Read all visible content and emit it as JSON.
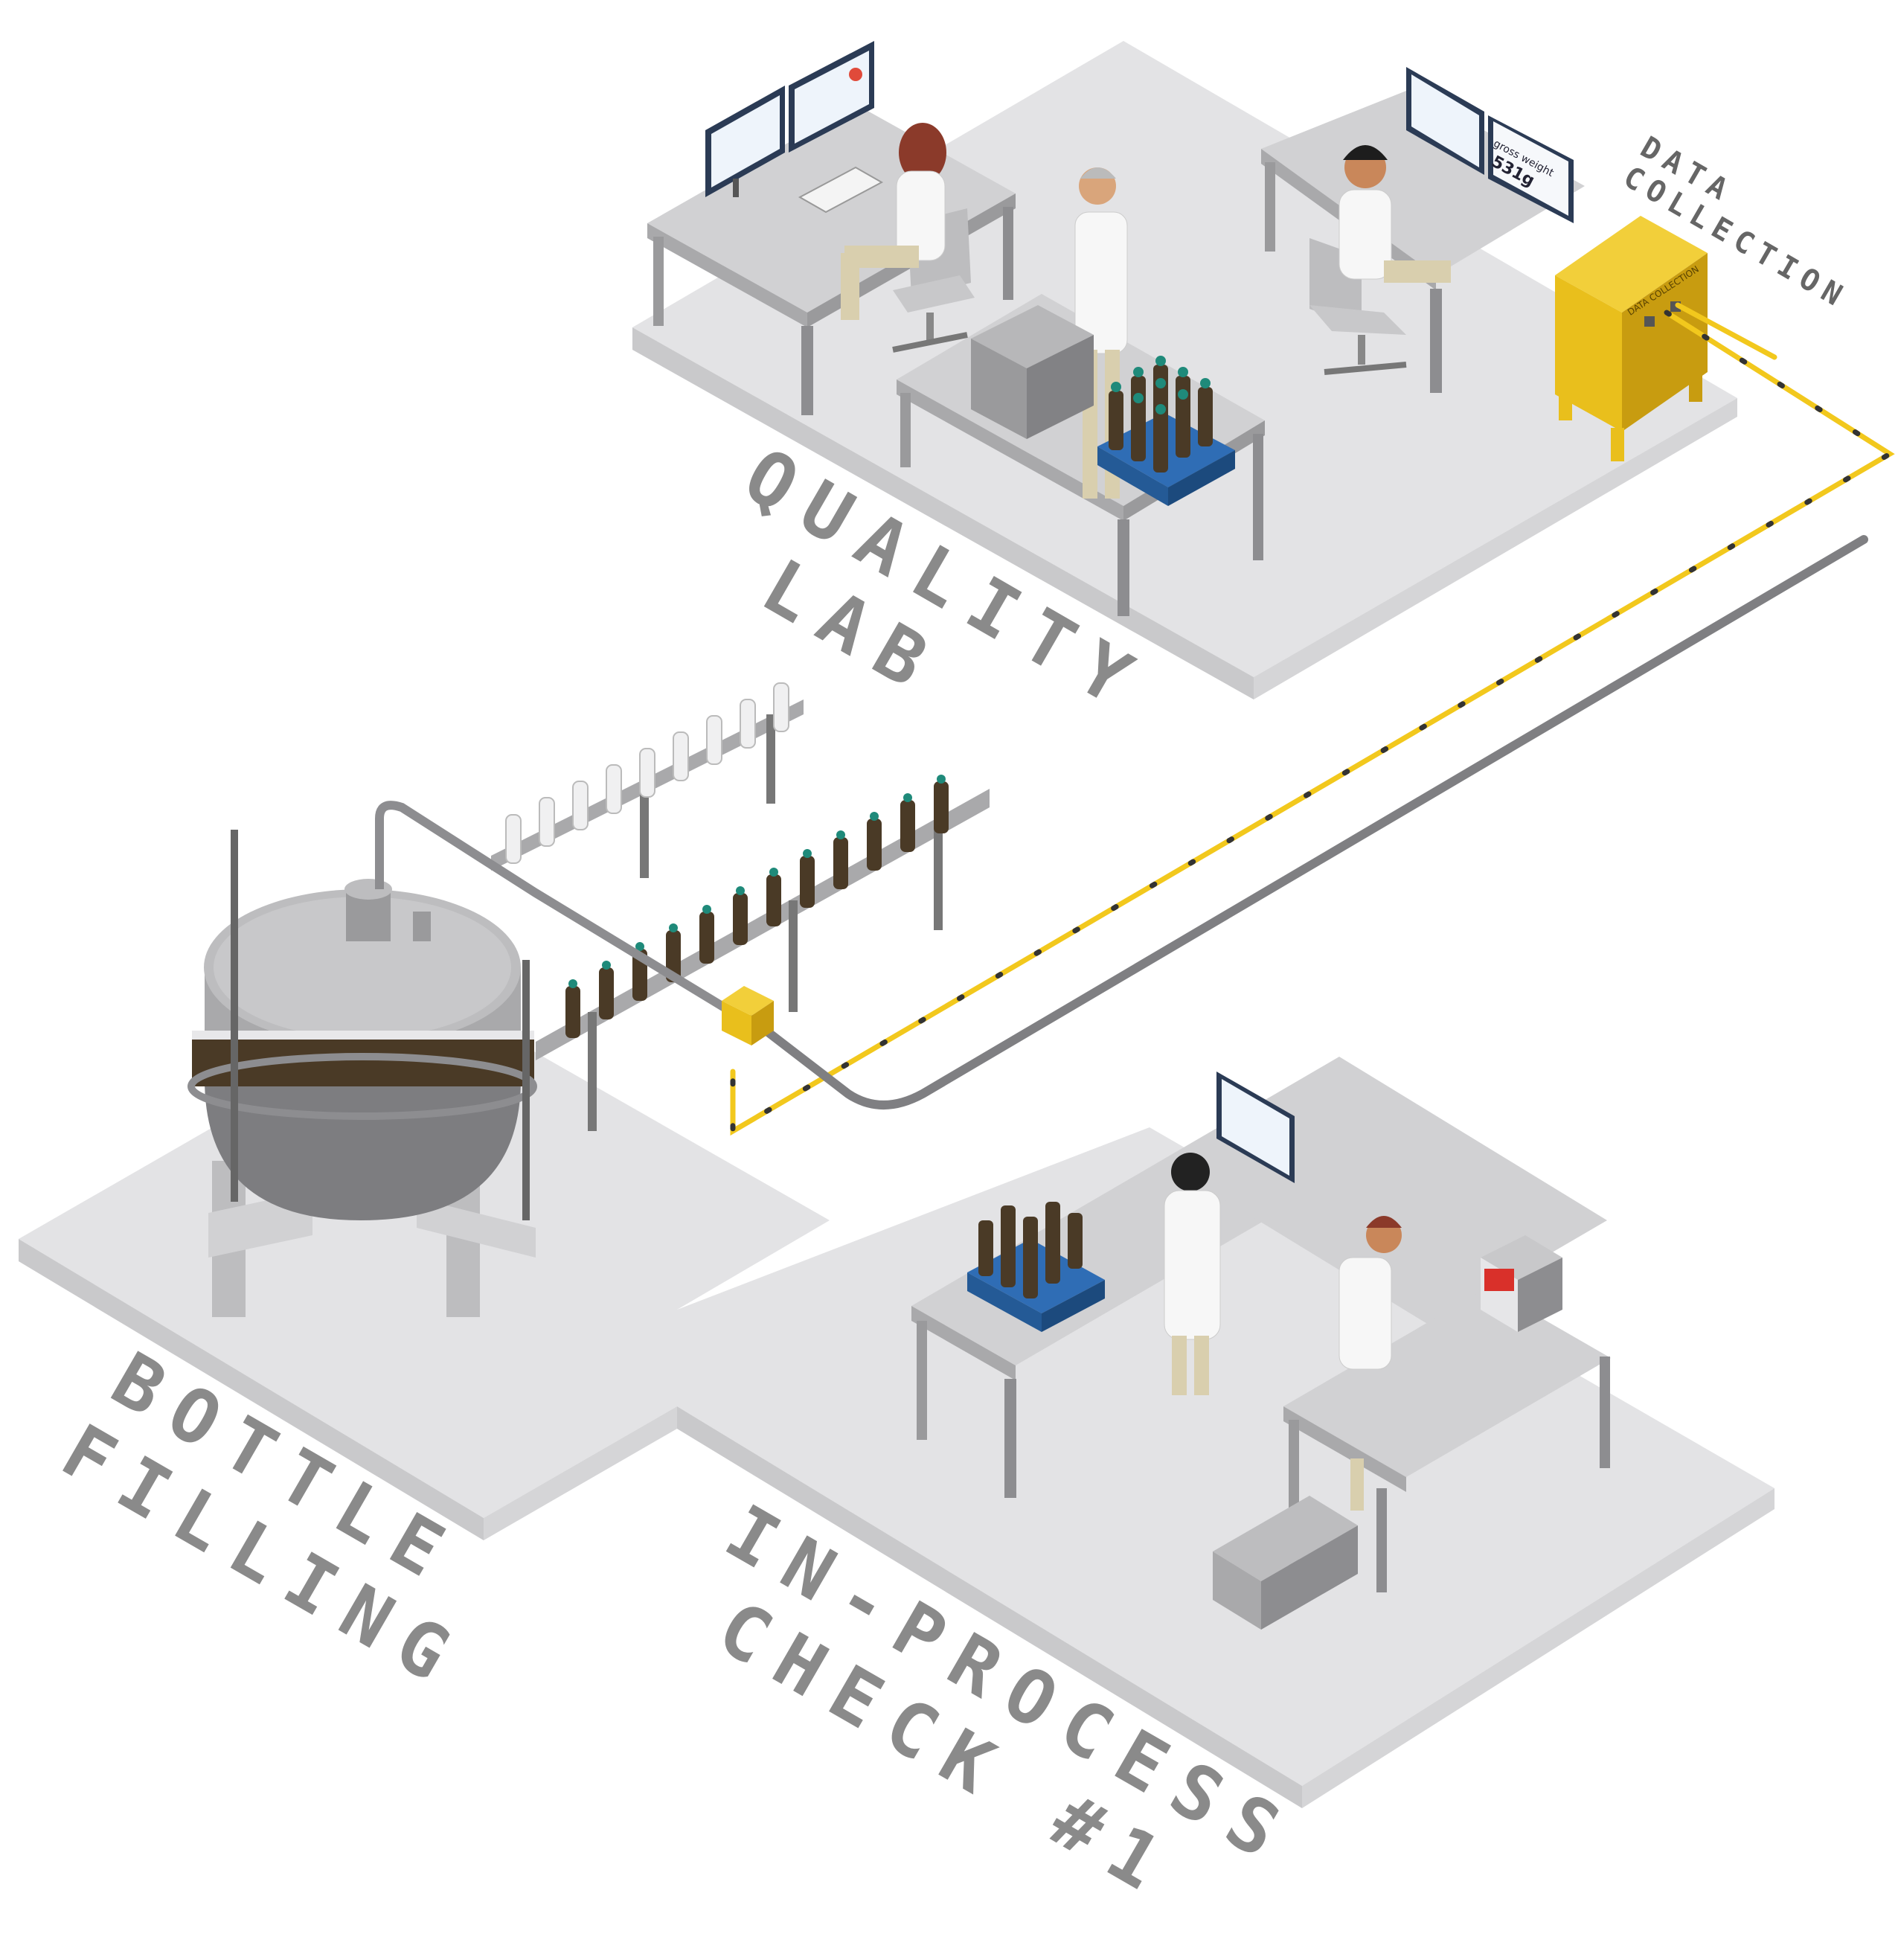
{
  "zones": {
    "quality_lab": {
      "line1": "QUALITY",
      "line2": "LAB"
    },
    "bottle_filling": {
      "line1": "BOTTLE",
      "line2": "FILLING"
    },
    "in_process": {
      "line1": "IN-PROCESS",
      "line2": "CHECK #1"
    },
    "data_collection": {
      "line1": "DATA",
      "line2": "COLLECTION"
    }
  },
  "data_collection_cabinet": {
    "label": "DATA COLLECTION"
  },
  "weight_display": {
    "caption": "gross weight",
    "value": "531g"
  },
  "colors": {
    "floor": "#e3e3e5",
    "floor_edge": "#c9c9cb",
    "metal": "#a9a9ab",
    "metal_dark": "#7d7d80",
    "cola": "#4a3a26",
    "cap": "#1f8a7a",
    "crate": "#2f6db5",
    "cable_yellow": "#f2c81d",
    "cabinet": "#e9bf1c",
    "cabinet_dark": "#c89c10",
    "pipe": "#7f7f82"
  }
}
